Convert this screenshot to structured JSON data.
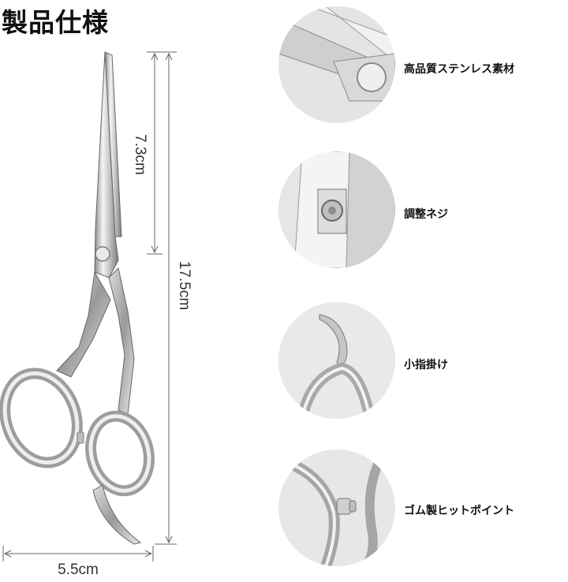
{
  "heading": "製品仕様",
  "dimensions": {
    "blade_length": "7.3cm",
    "total_length": "17.5cm",
    "width": "5.5cm"
  },
  "features": [
    {
      "label": "高品質ステンレス素材",
      "icon": "stainless-steel-closeup"
    },
    {
      "label": "調整ネジ",
      "icon": "adjustment-screw-closeup"
    },
    {
      "label": "小指掛け",
      "icon": "finger-rest-closeup"
    },
    {
      "label": "ゴム製ヒットポイント",
      "icon": "rubber-bumper-closeup"
    }
  ]
}
